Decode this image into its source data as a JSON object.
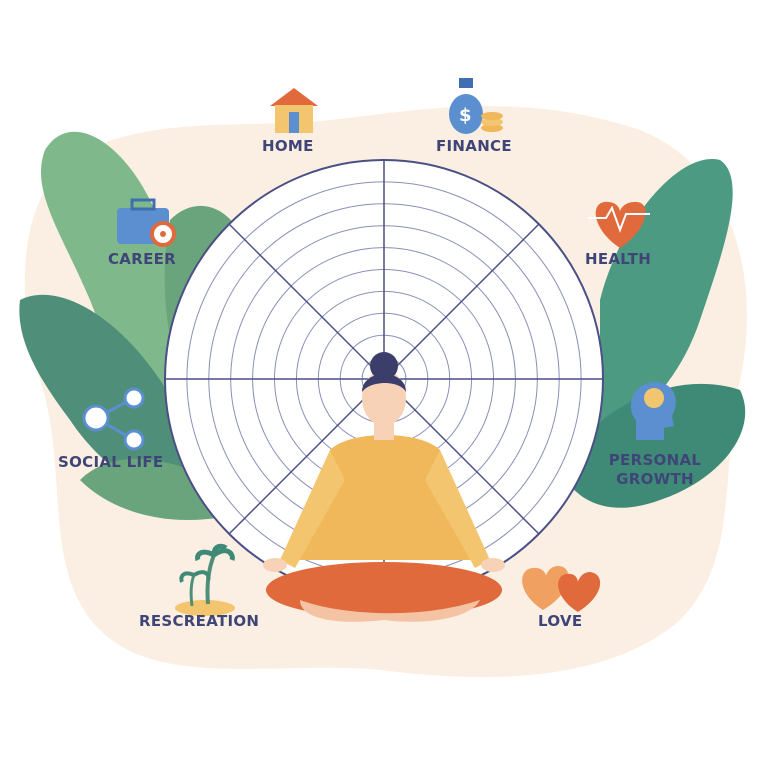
{
  "title": "Wheel of Life",
  "colors": {
    "text": "#3f4577",
    "wheel_line": "#4a4f86",
    "blob": "#fbefe3",
    "leaf": "#6aa47c",
    "leaf_dark": "#3f8a77",
    "shirt": "#f0b85a",
    "pants": "#e06a3c",
    "hair": "#3b3d6b",
    "skin": "#f7d2b6"
  },
  "labels": {
    "home": "HOME",
    "finance": "FINANCE",
    "career": "CAREER",
    "health": "HEALTH",
    "social_life": "SOCIAL LIFE",
    "personal_growth_1": "PERSONAL",
    "personal_growth_2": "GROWTH",
    "recreation": "RESCREATION",
    "love": "LOVE"
  },
  "wheel": {
    "rings": 10,
    "sectors": 8
  }
}
